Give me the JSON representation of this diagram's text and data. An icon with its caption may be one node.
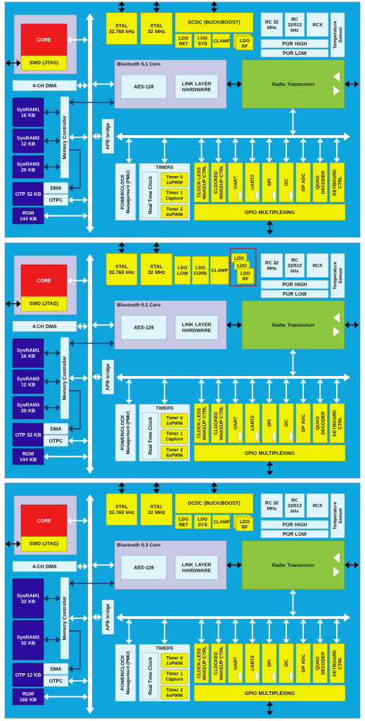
{
  "diagram": {
    "nodes": [
      {
        "text": [],
        "shape": "box"
      },
      {
        "text": [
          "CORE"
        ],
        "in": 0
      },
      {
        "text": [
          "SWD (JTAG)"
        ],
        "in": 0
      },
      {
        "text": [
          "XTAL 32.768 kHz"
        ]
      },
      {
        "text": [
          "XTAL 32 MHz"
        ]
      },
      {
        "text": [
          "DCDC (BUCK/BOOST)"
        ]
      },
      {
        "text": [
          "LDO RET"
        ]
      },
      {
        "text": [
          "LDO SYS"
        ]
      },
      {
        "text": [
          "CLAMP"
        ]
      },
      {
        "text": [
          "LDO RF"
        ]
      },
      {
        "text": [
          "RC 32 MHz"
        ]
      },
      {
        "text": [
          "RC 32/512 kHz"
        ]
      },
      {
        "text": [
          "RCX"
        ]
      },
      {
        "text": [
          "Temperature Sensor"
        ]
      },
      {
        "text": [
          "POR HIGH"
        ]
      },
      {
        "text": [
          "POR LOW"
        ]
      },
      {
        "text": [],
        "shape": "bar"
      },
      {
        "text": [
          "4-CH DMA"
        ]
      },
      {
        "text": [
          "Bluetooth 5.1 Core"
        ]
      },
      {
        "text": [
          "AES-128"
        ],
        "in": 18
      },
      {
        "text": [
          "LINK LAYER HARDWARE"
        ],
        "in": 18
      },
      {
        "text": [
          "Radio Transceiver"
        ]
      },
      {
        "text": [
          "SysRAM1 16 KB"
        ]
      },
      {
        "text": [
          "Memory Controller"
        ]
      },
      {
        "text": [
          "SysRAM2 12 KB"
        ]
      },
      {
        "text": [
          "SysRAM3 20 KB"
        ]
      },
      {
        "text": [
          "APB bridge"
        ]
      },
      {
        "text": [],
        "shape": "bar"
      },
      {
        "text": [
          "OTP 32 KB"
        ]
      },
      {
        "text": [
          "DMA"
        ]
      },
      {
        "text": [
          "OTPC"
        ]
      },
      {
        "text": [
          "ROM 144 KB"
        ]
      },
      {
        "text": [
          "POWER/CLOCK Management (PMU)"
        ]
      },
      {
        "text": [
          "TIMERS"
        ]
      },
      {
        "text": [
          "Real Time Clock"
        ],
        "in": 33
      },
      {
        "text": [
          "Timer 0 1xPWM"
        ],
        "in": 33
      },
      {
        "text": [
          "Timer 1 Capture"
        ],
        "in": 33
      },
      {
        "text": [
          "Timer 2 6xPWM"
        ],
        "in": 33
      },
      {
        "text": [
          "CLOCK-LESS WAKEUP CTRL"
        ]
      },
      {
        "text": [
          "CLOCKED WAKEUP CTRL"
        ]
      },
      {
        "text": [
          "UART"
        ]
      },
      {
        "text": [
          "UART2"
        ]
      },
      {
        "text": [
          "SPI"
        ]
      },
      {
        "text": [
          "I2C"
        ]
      },
      {
        "text": [
          "GP ADC"
        ]
      },
      {
        "text": [
          "QUAD DECODER"
        ]
      },
      {
        "text": [
          "KEYBOARD CTRL"
        ]
      },
      {
        "text": [
          "GPIO MULTIPLEXING"
        ]
      },
      {
        "text": [],
        "shape": "box"
      },
      {
        "text": [
          "CORE"
        ],
        "in": 48
      },
      {
        "text": [
          "SWD (JTAG)"
        ],
        "in": 48
      },
      {
        "text": [
          "XTAL 32.768 kHz"
        ]
      },
      {
        "text": [
          "XTAL 32 MHz"
        ]
      },
      {
        "text": [
          "LDO LOW"
        ]
      },
      {
        "text": [
          "LDO CORE"
        ]
      },
      {
        "text": [
          "CLAMP"
        ]
      },
      {
        "text": [
          "LDO"
        ]
      },
      {
        "text": [
          "LDO"
        ]
      },
      {
        "text": [
          "LDO RF"
        ]
      },
      {
        "text": [
          "RC 32 MHz"
        ]
      },
      {
        "text": [
          "RC 32/512 kHz"
        ]
      },
      {
        "text": [
          "RCX"
        ]
      },
      {
        "text": [
          "Temperature Sensor"
        ]
      },
      {
        "text": [
          "POR HIGH"
        ]
      },
      {
        "text": [
          "POR LOW"
        ]
      },
      {
        "text": [],
        "shape": "bar"
      },
      {
        "text": [
          "4-CH DMA"
        ]
      },
      {
        "text": [
          "Bluetooth 5.1 Core"
        ]
      },
      {
        "text": [
          "AES-128"
        ],
        "in": 67
      },
      {
        "text": [
          "LINK LAYER HARDWARE"
        ],
        "in": 67
      },
      {
        "text": [
          "Radio Transceiver"
        ]
      },
      {
        "text": [
          "SysRAM1 16 KB"
        ]
      },
      {
        "text": [
          "Memory Controller"
        ]
      },
      {
        "text": [
          "SysRAM2 12 KB"
        ]
      },
      {
        "text": [
          "SysRAM3 20 KB"
        ]
      },
      {
        "text": [
          "APB bridge"
        ]
      },
      {
        "text": [],
        "shape": "bar"
      },
      {
        "text": [
          "OTP 32 KB"
        ]
      },
      {
        "text": [
          "DMA"
        ]
      },
      {
        "text": [
          "OTPC"
        ]
      },
      {
        "text": [
          "ROM 144 KB"
        ]
      },
      {
        "text": [
          "POWER/CLOCK Management (PMU)"
        ]
      },
      {
        "text": [
          "TIMERS"
        ]
      },
      {
        "text": [
          "Real Time Clock"
        ],
        "in": 82
      },
      {
        "text": [
          "Timer 0 1xPWM"
        ],
        "in": 82
      },
      {
        "text": [
          "Timer 1 Capture"
        ],
        "in": 82
      },
      {
        "text": [
          "Timer 2 6xPWM"
        ],
        "in": 82
      },
      {
        "text": [
          "CLOCK-LESS WAKEUP CTRL"
        ]
      },
      {
        "text": [
          "CLOCKED WAKEUP CTRL"
        ]
      },
      {
        "text": [
          "UART"
        ]
      },
      {
        "text": [
          "UART2"
        ]
      },
      {
        "text": [
          "SPI"
        ]
      },
      {
        "text": [
          "I2C"
        ]
      },
      {
        "text": [
          "GP ADC"
        ]
      },
      {
        "text": [
          "QUAD DECODER"
        ]
      },
      {
        "text": [
          "KEYBOARD CTRL"
        ]
      },
      {
        "text": [
          "GPIO MULTIPLEXING"
        ]
      },
      {
        "text": [],
        "shape": "box"
      },
      {
        "text": [
          "CORE"
        ],
        "in": 97
      },
      {
        "text": [
          "SWD (JTAG)"
        ],
        "in": 97
      },
      {
        "text": [
          "XTAL 32.768 kHz"
        ]
      },
      {
        "text": [
          "XTAL 32 MHz"
        ]
      },
      {
        "text": [
          "DCDC (BUCK/BOOST)"
        ]
      },
      {
        "text": [
          "LDO RET"
        ]
      },
      {
        "text": [
          "LDO SYS"
        ]
      },
      {
        "text": [
          "CLAMP"
        ]
      },
      {
        "text": [
          "LDO RF"
        ]
      },
      {
        "text": [
          "RC 32 MHz"
        ]
      },
      {
        "text": [
          "RC 32/512 kHz"
        ]
      },
      {
        "text": [
          "RCX"
        ]
      },
      {
        "text": [
          "Temperature Sensor"
        ]
      },
      {
        "text": [
          "POR HIGH"
        ]
      },
      {
        "text": [
          "POR LOW"
        ]
      },
      {
        "text": [],
        "shape": "bar"
      },
      {
        "text": [
          "4-CH DMA"
        ]
      },
      {
        "text": [
          "Bluetooth 5.3 Core"
        ]
      },
      {
        "text": [
          "AES-128"
        ],
        "in": 115
      },
      {
        "text": [
          "LINK LAYER HARDWARE"
        ],
        "in": 115
      },
      {
        "text": [
          "Radio Transceiver"
        ]
      },
      {
        "text": [
          "SysRAM1 32 KB"
        ]
      },
      {
        "text": [
          "Memory Controller"
        ]
      },
      {
        "text": [
          "SysRAM2 32 KB"
        ]
      },
      {
        "text": [
          "APB bridge"
        ]
      },
      {
        "text": [],
        "shape": "bar"
      },
      {
        "text": [
          "OTP 12 KB"
        ]
      },
      {
        "text": [
          "DMA"
        ]
      },
      {
        "text": [
          "OTPC"
        ]
      },
      {
        "text": [
          "ROM 160 KB"
        ]
      },
      {
        "text": [
          "POWER/CLOCK Management (PMU)"
        ]
      },
      {
        "text": [
          "TIMERS"
        ]
      },
      {
        "text": [
          "Real Time Clock"
        ],
        "in": 129
      },
      {
        "text": [
          "Timer 0 1xPWM"
        ],
        "in": 129
      },
      {
        "text": [
          "Timer 1 Capture"
        ],
        "in": 129
      },
      {
        "text": [
          "Timer 2 6xPWM"
        ],
        "in": 129
      },
      {
        "text": [
          "CLOCK-LESS WAKEUP CTRL"
        ]
      },
      {
        "text": [
          "CLOCKED WAKEUP CTRL"
        ]
      },
      {
        "text": [
          "UART"
        ]
      },
      {
        "text": [
          "UART2"
        ]
      },
      {
        "text": [
          "SPI"
        ]
      },
      {
        "text": [
          "I2C"
        ]
      },
      {
        "text": [
          "GP ADC"
        ]
      },
      {
        "text": [
          "QUAD DECODER"
        ]
      },
      {
        "text": [
          "KEYBOARD CTRL"
        ]
      },
      {
        "text": [
          "GPIO MULTIPLEXING"
        ]
      }
    ],
    "edges": [
      {
        "from": 1,
        "to": 16,
        "arrow": "both"
      },
      {
        "from": 17,
        "to": 16,
        "arrow": "both"
      },
      {
        "from": 16,
        "to": 18,
        "arrow": "both"
      },
      {
        "from": null,
        "to": 2,
        "arrow": "both",
        "color": "#000000"
      },
      {
        "from": null,
        "to": 3,
        "arrow": "both",
        "color": "#000000"
      },
      {
        "from": null,
        "to": 4,
        "arrow": "both",
        "color": "#000000"
      },
      {
        "from": null,
        "to": 5,
        "arrow": "both",
        "color": "#000000"
      },
      {
        "from": 18,
        "to": 21,
        "arrow": "both",
        "color": "#000000"
      },
      {
        "from": 21,
        "to": null,
        "arrow": "both",
        "color": "#000000"
      },
      {
        "from": 21,
        "to": 27,
        "arrow": "both"
      },
      {
        "from": 22,
        "to": 23,
        "arrow": "both",
        "color": "#1f3a5f"
      },
      {
        "from": 24,
        "to": 23,
        "arrow": "both",
        "color": "#1f3a5f"
      },
      {
        "from": 25,
        "to": 23,
        "arrow": "both",
        "color": "#1f3a5f"
      },
      {
        "from": 23,
        "to": 18,
        "arrow": "both",
        "color": "#1f3a5f"
      },
      {
        "from": 23,
        "to": 16,
        "arrow": "both"
      },
      {
        "from": 23,
        "to": 29,
        "arrow": "to",
        "color": "#1f3a5f"
      },
      {
        "from": 30,
        "to": 16,
        "arrow": "both"
      },
      {
        "from": 31,
        "to": 16,
        "arrow": "both"
      },
      {
        "from": 16,
        "to": 26,
        "arrow": "both"
      },
      {
        "from": 27,
        "to": 32,
        "arrow": "both"
      },
      {
        "from": 27,
        "to": 33,
        "arrow": "both"
      },
      {
        "from": 27,
        "to": 38,
        "arrow": "both"
      },
      {
        "from": 27,
        "to": 39,
        "arrow": "both"
      },
      {
        "from": 27,
        "to": 40,
        "arrow": "both"
      },
      {
        "from": 27,
        "to": 41,
        "arrow": "both"
      },
      {
        "from": 27,
        "to": 42,
        "arrow": "both"
      },
      {
        "from": 27,
        "to": 43,
        "arrow": "both"
      },
      {
        "from": 27,
        "to": 44,
        "arrow": "both"
      },
      {
        "from": 27,
        "to": 45,
        "arrow": "both"
      },
      {
        "from": 27,
        "to": 46,
        "arrow": "both"
      },
      {
        "from": 47,
        "to": null,
        "arrow": "both",
        "color": "#000000"
      },
      {
        "from": 49,
        "to": 65,
        "arrow": "both"
      },
      {
        "from": 66,
        "to": 65,
        "arrow": "both"
      },
      {
        "from": 65,
        "to": 67,
        "arrow": "both"
      },
      {
        "from": null,
        "to": 50,
        "arrow": "both",
        "color": "#000000"
      },
      {
        "from": null,
        "to": 51,
        "arrow": "both",
        "color": "#000000"
      },
      {
        "from": null,
        "to": 52,
        "arrow": "both",
        "color": "#000000"
      },
      {
        "from": 67,
        "to": 70,
        "arrow": "both",
        "color": "#000000"
      },
      {
        "from": 70,
        "to": null,
        "arrow": "both",
        "color": "#000000"
      },
      {
        "from": 70,
        "to": 76,
        "arrow": "both"
      },
      {
        "from": 71,
        "to": 72,
        "arrow": "both",
        "color": "#1f3a5f"
      },
      {
        "from": 73,
        "to": 72,
        "arrow": "both",
        "color": "#1f3a5f"
      },
      {
        "from": 74,
        "to": 72,
        "arrow": "both",
        "color": "#1f3a5f"
      },
      {
        "from": 72,
        "to": 67,
        "arrow": "both",
        "color": "#1f3a5f"
      },
      {
        "from": 72,
        "to": 65,
        "arrow": "both"
      },
      {
        "from": 72,
        "to": 78,
        "arrow": "to",
        "color": "#1f3a5f"
      },
      {
        "from": 79,
        "to": 65,
        "arrow": "both"
      },
      {
        "from": 80,
        "to": 65,
        "arrow": "both"
      },
      {
        "from": 65,
        "to": 75,
        "arrow": "both"
      },
      {
        "from": 76,
        "to": 81,
        "arrow": "both"
      },
      {
        "from": 76,
        "to": 82,
        "arrow": "both"
      },
      {
        "from": 76,
        "to": 87,
        "arrow": "both"
      },
      {
        "from": 76,
        "to": 88,
        "arrow": "both"
      },
      {
        "from": 76,
        "to": 89,
        "arrow": "both"
      },
      {
        "from": 76,
        "to": 90,
        "arrow": "both"
      },
      {
        "from": 76,
        "to": 91,
        "arrow": "both"
      },
      {
        "from": 76,
        "to": 92,
        "arrow": "both"
      },
      {
        "from": 76,
        "to": 93,
        "arrow": "both"
      },
      {
        "from": 76,
        "to": 94,
        "arrow": "both"
      },
      {
        "from": 76,
        "to": 95,
        "arrow": "both"
      },
      {
        "from": 96,
        "to": null,
        "arrow": "both",
        "color": "#000000"
      },
      {
        "from": 98,
        "to": 113,
        "arrow": "both"
      },
      {
        "from": 114,
        "to": 113,
        "arrow": "both"
      },
      {
        "from": 113,
        "to": 115,
        "arrow": "both"
      },
      {
        "from": null,
        "to": 99,
        "arrow": "both",
        "color": "#000000"
      },
      {
        "from": null,
        "to": 100,
        "arrow": "both",
        "color": "#000000"
      },
      {
        "from": null,
        "to": 101,
        "arrow": "both",
        "color": "#000000"
      },
      {
        "from": null,
        "to": 102,
        "arrow": "both",
        "color": "#000000"
      },
      {
        "from": 115,
        "to": 118,
        "arrow": "both",
        "color": "#000000"
      },
      {
        "from": 118,
        "to": null,
        "arrow": "both",
        "color": "#000000"
      },
      {
        "from": 118,
        "to": 123,
        "arrow": "both"
      },
      {
        "from": 119,
        "to": 120,
        "arrow": "both",
        "color": "#1f3a5f"
      },
      {
        "from": 121,
        "to": 120,
        "arrow": "both",
        "color": "#1f3a5f"
      },
      {
        "from": 120,
        "to": 115,
        "arrow": "both",
        "color": "#1f3a5f"
      },
      {
        "from": 120,
        "to": 113,
        "arrow": "both"
      },
      {
        "from": 120,
        "to": 125,
        "arrow": "to",
        "color": "#1f3a5f"
      },
      {
        "from": 126,
        "to": 113,
        "arrow": "both"
      },
      {
        "from": 127,
        "to": 113,
        "arrow": "both"
      },
      {
        "from": 113,
        "to": 122,
        "arrow": "both"
      },
      {
        "from": 123,
        "to": 128,
        "arrow": "both"
      },
      {
        "from": 123,
        "to": 129,
        "arrow": "both"
      },
      {
        "from": 123,
        "to": 134,
        "arrow": "both"
      },
      {
        "from": 123,
        "to": 135,
        "arrow": "both"
      },
      {
        "from": 123,
        "to": 136,
        "arrow": "both"
      },
      {
        "from": 123,
        "to": 137,
        "arrow": "both"
      },
      {
        "from": 123,
        "to": 138,
        "arrow": "both"
      },
      {
        "from": 123,
        "to": 139,
        "arrow": "both"
      },
      {
        "from": 123,
        "to": 140,
        "arrow": "both"
      },
      {
        "from": 123,
        "to": 141,
        "arrow": "both"
      },
      {
        "from": 123,
        "to": 142,
        "arrow": "both"
      },
      {
        "from": 143,
        "to": null,
        "arrow": "both",
        "color": "#000000"
      }
    ]
  }
}
